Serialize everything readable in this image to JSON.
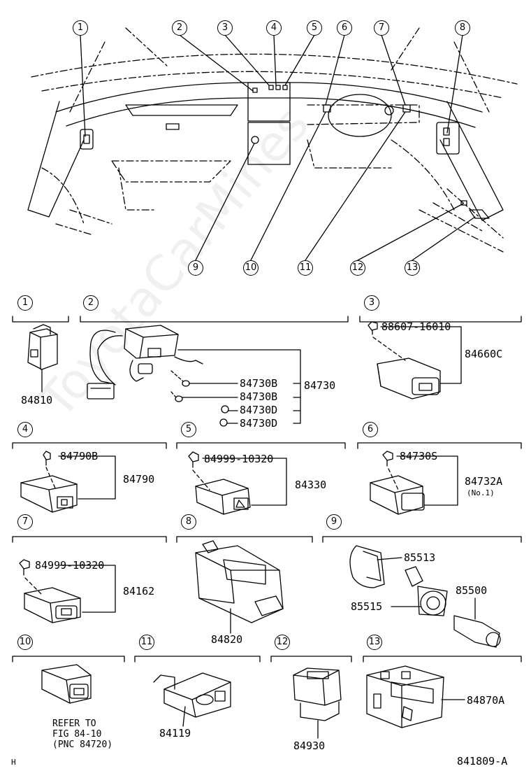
{
  "callouts_top": [
    "1",
    "2",
    "3",
    "4",
    "5",
    "6",
    "7",
    "8",
    "9",
    "10",
    "11",
    "12",
    "13"
  ],
  "panels": [
    {
      "id": "1",
      "parts": [
        "84810"
      ]
    },
    {
      "id": "2",
      "parts": [
        "84730B",
        "84730B",
        "84730D",
        "84730D",
        "84730"
      ]
    },
    {
      "id": "3",
      "parts": [
        "88607-16010",
        "84660C"
      ]
    },
    {
      "id": "4",
      "parts": [
        "84790B",
        "84790"
      ]
    },
    {
      "id": "5",
      "parts": [
        "84999-10320",
        "84330"
      ]
    },
    {
      "id": "6",
      "parts": [
        "84730S",
        "84732A",
        "(No.1)"
      ]
    },
    {
      "id": "7",
      "parts": [
        "84999-10320",
        "84162"
      ]
    },
    {
      "id": "8",
      "parts": [
        "84820"
      ]
    },
    {
      "id": "9",
      "parts": [
        "85513",
        "85500",
        "85515"
      ]
    },
    {
      "id": "10",
      "parts": [
        "REFER TO",
        "FIG 84-10",
        "(PNC 84720)"
      ]
    },
    {
      "id": "11",
      "parts": [
        "84119"
      ]
    },
    {
      "id": "12",
      "parts": [
        "84930"
      ]
    },
    {
      "id": "13",
      "parts": [
        "84870A"
      ]
    }
  ],
  "watermark": "ToyotaCarMines",
  "footer": {
    "left": "H",
    "right": "841809-A"
  }
}
